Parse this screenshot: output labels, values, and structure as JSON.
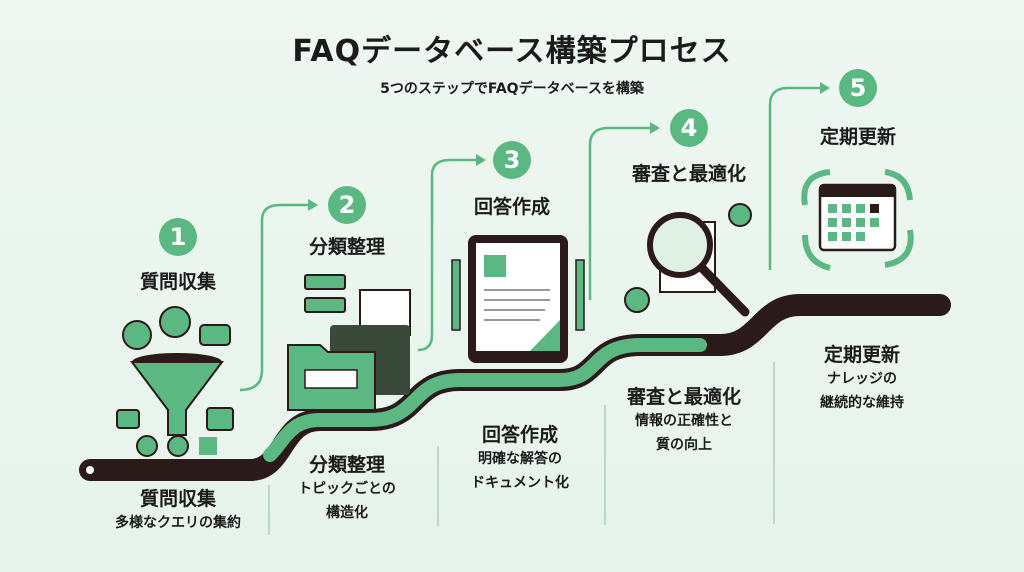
{
  "title": "FAQデータベース構築プロセス",
  "subtitle": "5つのステップでFAQデータベースを構築",
  "colors": {
    "accent": "#5cb882",
    "dark": "#2b1a1a",
    "background": "#eaf5ee"
  },
  "steps": [
    {
      "number": "1",
      "title": "質問収集",
      "description": [
        "多様なクエリの集約"
      ],
      "icon": "funnel-icon"
    },
    {
      "number": "2",
      "title": "分類整理",
      "description": [
        "トピックごとの",
        "構造化"
      ],
      "icon": "folders-icon"
    },
    {
      "number": "3",
      "title": "回答作成",
      "description": [
        "明確な解答の",
        "ドキュメント化"
      ],
      "icon": "tablet-document-icon"
    },
    {
      "number": "4",
      "title": "審査と最適化",
      "description": [
        "情報の正確性と",
        "質の向上"
      ],
      "icon": "magnifier-checklist-icon"
    },
    {
      "number": "5",
      "title": "定期更新",
      "description": [
        "ナレッジの",
        "継続的な維持"
      ],
      "icon": "calendar-cycle-icon"
    }
  ]
}
